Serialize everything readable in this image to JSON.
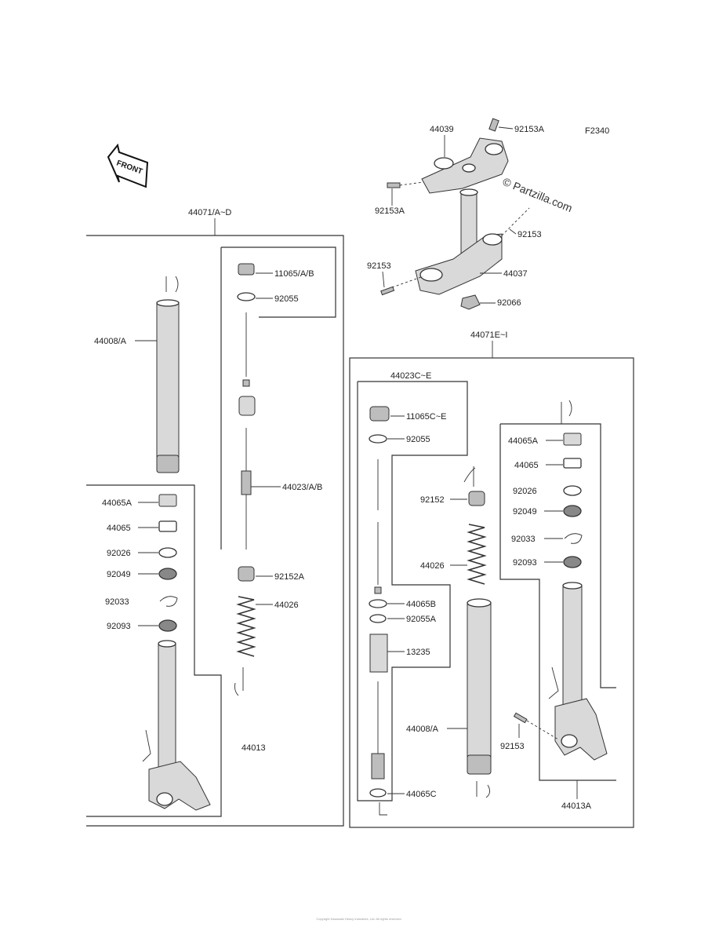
{
  "diagram": {
    "ref_code": "F2340",
    "watermark": "© Partzilla.com",
    "front_label": "FRONT",
    "assembly_left": "44071/A~D",
    "assembly_right": "44071E~I",
    "group_44013": "44013",
    "group_44013A": "44013A",
    "group_44023": "44023C~E",
    "footer": "Copyright Kawasaki Heavy Industries, Ltd. All rights reserved."
  },
  "labels": {
    "p44039": "44039",
    "p92153A_top": "92153A",
    "p92153A_left": "92153A",
    "p92153_right": "92153",
    "p92153_left": "92153",
    "p44037": "44037",
    "p92066": "92066",
    "p11065": "11065/A/B",
    "p92055_l": "92055",
    "p44008_l": "44008/A",
    "p44023": "44023/A/B",
    "p44065A_l": "44065A",
    "p44065_l": "44065",
    "p92026_l": "92026",
    "p92049_l": "92049",
    "p92033_l": "92033",
    "p92093_l": "92093",
    "p92152A": "92152A",
    "p44026_l": "44026",
    "p11065C": "11065C~E",
    "p92055_r": "92055",
    "p92152": "92152",
    "p44026_r": "44026",
    "p44065B": "44065B",
    "p92055A": "92055A",
    "p13235": "13235",
    "p44008_r": "44008/A",
    "p44065C": "44065C",
    "p44065A_r": "44065A",
    "p44065_r": "44065",
    "p92026_r": "92026",
    "p92049_r": "92049",
    "p92033_r": "92033",
    "p92093_r": "92093",
    "p92153_bot": "92153"
  }
}
